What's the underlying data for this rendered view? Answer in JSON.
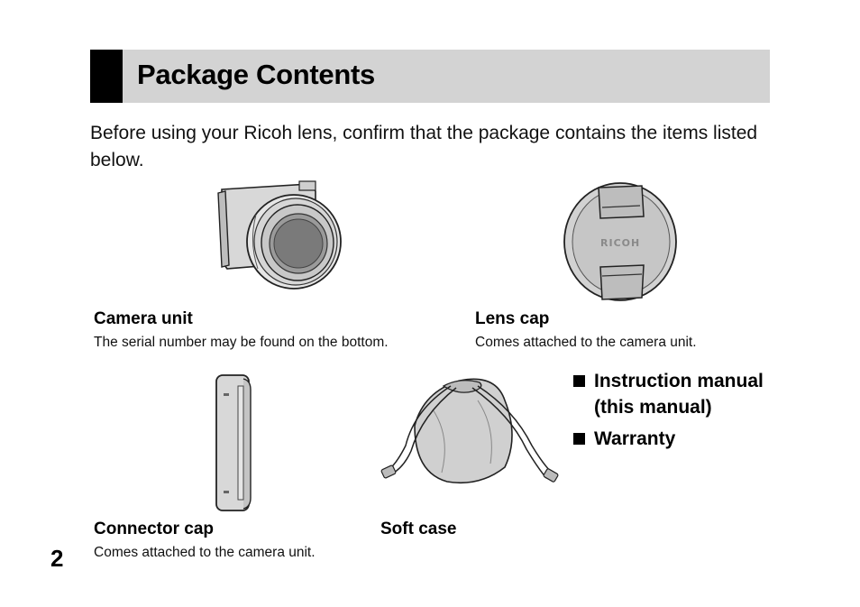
{
  "header": {
    "title": "Package Contents"
  },
  "intro": "Before using your Ricoh lens, confirm that the package contains the items listed below.",
  "items": {
    "camera_unit": {
      "label": "Camera unit",
      "desc": "The serial number may be found on the bottom."
    },
    "lens_cap": {
      "label": "Lens cap",
      "desc": "Comes attached to the camera unit.",
      "logo_text": "RICOH"
    },
    "connector_cap": {
      "label": "Connector cap",
      "desc": "Comes attached to the camera unit."
    },
    "soft_case": {
      "label": "Soft case"
    }
  },
  "bullets": [
    {
      "line1": "Instruction manual",
      "line2": "(this manual)"
    },
    {
      "line1": "Warranty"
    }
  ],
  "page_number": "2"
}
